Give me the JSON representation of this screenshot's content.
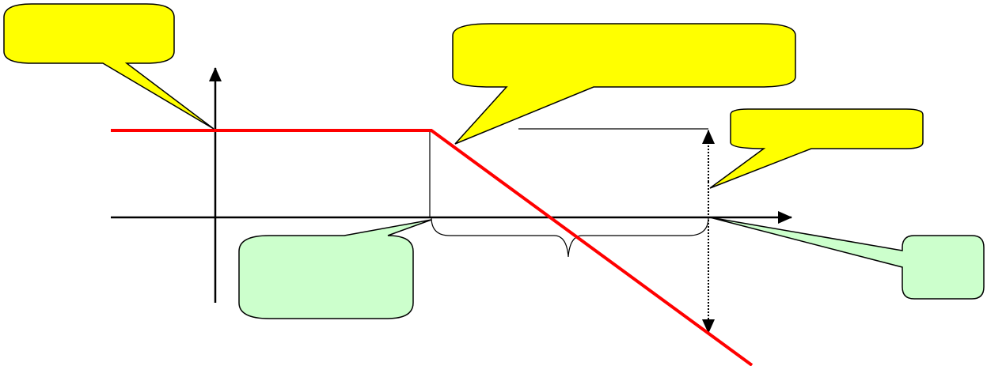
{
  "colors": {
    "curve": "#ff0000",
    "callout_yellow": "#ffff00",
    "callout_green": "#ccffcc",
    "stroke": "#000000"
  },
  "callouts": [
    {
      "id": "top-left",
      "text": ""
    },
    {
      "id": "top-center",
      "text": ""
    },
    {
      "id": "right",
      "text": ""
    },
    {
      "id": "bottom-left",
      "text": ""
    },
    {
      "id": "bottom-right",
      "text": ""
    }
  ]
}
